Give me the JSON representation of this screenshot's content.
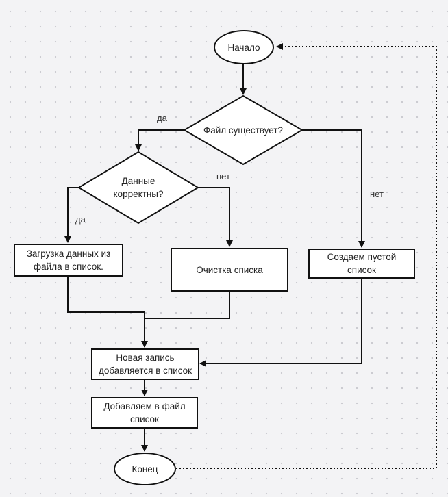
{
  "nodes": {
    "start": "Начало",
    "file_exists": "Файл существует?",
    "data_correct": "Данные корректны?",
    "load_data": "Загрузка данных из файла в список.",
    "clear_list": "Очистка списка",
    "create_empty": "Создаем пустой список",
    "new_record": "Новая запись добавляется в список",
    "save_to_file": "Добавляем в файл список",
    "end": "Конец"
  },
  "edge_labels": {
    "file_yes": "да",
    "file_no": "нет",
    "data_yes": "да",
    "data_no": "нет"
  },
  "colors": {
    "stroke": "#111111",
    "node_fill": "#ffffff",
    "background": "#f3f3f5"
  }
}
